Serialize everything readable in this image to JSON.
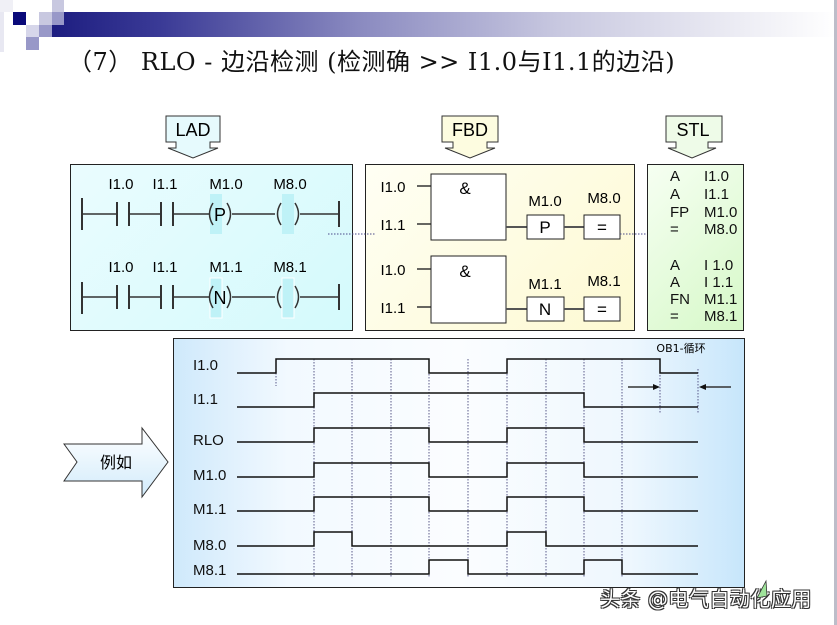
{
  "slide": {
    "title": "（7） RLO - 边沿检测 (检测确 >> I1.0与I1.1的边沿)",
    "accent_color": "#1a1a7e"
  },
  "callouts": {
    "lad": "LAD",
    "fbd": "FBD",
    "stl": "STL",
    "example": "例如"
  },
  "lad": {
    "rungs": [
      {
        "contacts": [
          "I1.0",
          "I1.1"
        ],
        "edge_coil_addr": "M1.0",
        "edge_coil_symbol": "P",
        "output_addr": "M8.0"
      },
      {
        "contacts": [
          "I1.0",
          "I1.1"
        ],
        "edge_coil_addr": "M1.1",
        "edge_coil_symbol": "N",
        "output_addr": "M8.1"
      }
    ]
  },
  "fbd": {
    "networks": [
      {
        "inputs": [
          "I1.0",
          "I1.1"
        ],
        "gate": "&",
        "edge_addr": "M1.0",
        "edge_symbol": "P",
        "output_addr": "M8.0",
        "assign_symbol": "="
      },
      {
        "inputs": [
          "I1.0",
          "I1.1"
        ],
        "gate": "&",
        "edge_addr": "M1.1",
        "edge_symbol": "N",
        "output_addr": "M8.1",
        "assign_symbol": "="
      }
    ]
  },
  "stl": {
    "blocks": [
      [
        {
          "op": "A",
          "operand": "I1.0"
        },
        {
          "op": "A",
          "operand": "I1.1"
        },
        {
          "op": "FP",
          "operand": "M1.0"
        },
        {
          "op": "=",
          "operand": "M8.0"
        }
      ],
      [
        {
          "op": "A",
          "operand": "I 1.0"
        },
        {
          "op": "A",
          "operand": "I 1.1"
        },
        {
          "op": "FN",
          "operand": "M1.1"
        },
        {
          "op": "=",
          "operand": "M8.1"
        }
      ]
    ]
  },
  "timing": {
    "cycle_label": "OB1-循环",
    "time_slots": 12,
    "signals": [
      {
        "name": "I1.0",
        "levels": [
          0,
          1,
          1,
          1,
          1,
          0,
          0,
          1,
          1,
          1,
          1,
          0
        ]
      },
      {
        "name": "I1.1",
        "levels": [
          0,
          0,
          1,
          1,
          1,
          1,
          1,
          1,
          1,
          0,
          0,
          0
        ]
      },
      {
        "name": "RLO",
        "levels": [
          0,
          0,
          1,
          1,
          1,
          0,
          0,
          1,
          1,
          0,
          0,
          0
        ]
      },
      {
        "name": "M1.0",
        "levels": [
          0,
          0,
          1,
          1,
          1,
          0,
          0,
          1,
          1,
          0,
          0,
          0
        ]
      },
      {
        "name": "M1.1",
        "levels": [
          0,
          0,
          1,
          1,
          1,
          0,
          0,
          1,
          1,
          0,
          0,
          0
        ]
      },
      {
        "name": "M8.0",
        "levels": [
          0,
          0,
          1,
          0,
          0,
          0,
          0,
          1,
          0,
          0,
          0,
          0
        ]
      },
      {
        "name": "M8.1",
        "levels": [
          0,
          0,
          0,
          0,
          0,
          1,
          0,
          0,
          0,
          1,
          0,
          0
        ]
      }
    ]
  },
  "watermark": "头条 @电气自动化应用"
}
